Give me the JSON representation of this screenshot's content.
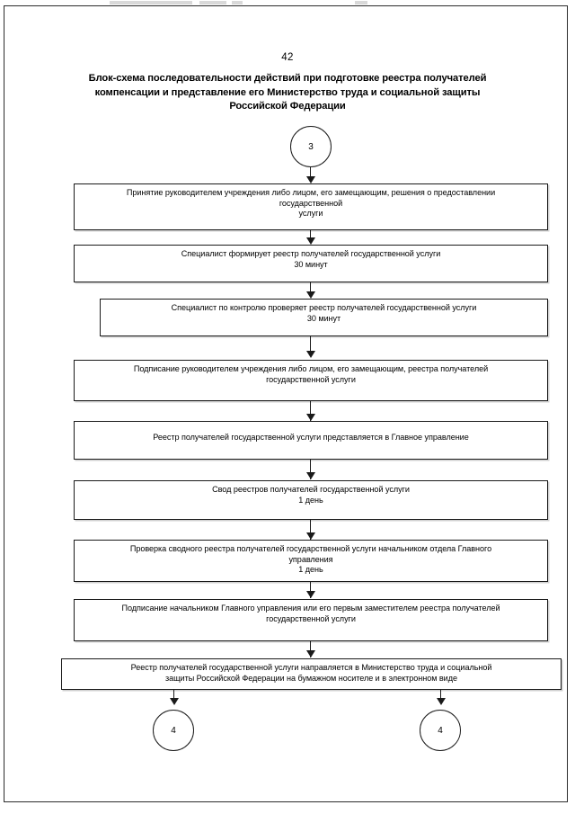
{
  "document": {
    "page_number": "42",
    "title": "Блок-схема последовательности действий при подготовке реестра получателей компенсации и представление его Министерство труда и социальной защиты Российской Федерации"
  },
  "flowchart": {
    "type": "flowchart",
    "entry_connector": {
      "label": "3",
      "shape": "circle"
    },
    "steps": [
      {
        "id": "step-1",
        "text": "Принятие руководителем учреждения либо лицом, его замещающим, решения о предоставлении\nгосударственной\nуслуги"
      },
      {
        "id": "step-2",
        "text": "Специалист формирует реестр получателей государственной услуги\n30 минут"
      },
      {
        "id": "step-3",
        "text": "Специалист по контролю проверяет реестр получателей государственной услуги\n30 минут"
      },
      {
        "id": "step-4",
        "text": "Подписание руководителем учреждения либо лицом, его замещающим, реестра получателей\nгосударственной услуги"
      },
      {
        "id": "step-5",
        "text": "Реестр получателей государственной услуги представляется в Главное управление"
      },
      {
        "id": "step-6",
        "text": "Свод реестров получателей государственной услуги\n1 день"
      },
      {
        "id": "step-7",
        "text": "Проверка сводного реестра получателей государственной услуги начальником отдела Главного\nуправления\n1 день"
      },
      {
        "id": "step-8",
        "text": "Подписание начальником Главного управления или его первым заместителем реестра получателей\nгосударственной услуги"
      },
      {
        "id": "step-9",
        "text": "Реестр получателей государственной услуги направляется в Министерство труда и социальной\nзащиты Российской Федерации на бумажном носителе и в электронном виде"
      }
    ],
    "exit_connectors": [
      {
        "label": "4",
        "shape": "circle"
      },
      {
        "label": "4",
        "shape": "circle"
      }
    ]
  }
}
